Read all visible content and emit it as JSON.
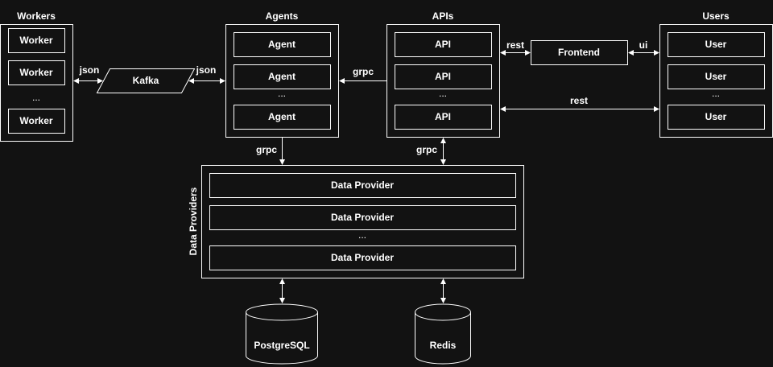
{
  "groups": {
    "workers": {
      "title": "Workers",
      "items": [
        "Worker",
        "Worker",
        "Worker"
      ],
      "ellipsis": "..."
    },
    "agents": {
      "title": "Agents",
      "items": [
        "Agent",
        "Agent",
        "Agent"
      ],
      "ellipsis": "..."
    },
    "apis": {
      "title": "APIs",
      "items": [
        "API",
        "API",
        "API"
      ],
      "ellipsis": "..."
    },
    "users": {
      "title": "Users",
      "items": [
        "User",
        "User",
        "User"
      ],
      "ellipsis": "..."
    },
    "data_providers": {
      "title": "Data Providers",
      "items": [
        "Data Provider",
        "Data Provider",
        "Data Provider"
      ],
      "ellipsis": "..."
    }
  },
  "nodes": {
    "kafka": "Kafka",
    "frontend": "Frontend",
    "postgres": "PostgreSQL",
    "redis": "Redis"
  },
  "edges": {
    "workers_kafka": "json",
    "kafka_agents": "json",
    "apis_agents": "grpc",
    "apis_frontend": "rest",
    "frontend_users": "ui",
    "apis_users": "rest",
    "agents_dataproviders": "grpc",
    "apis_dataproviders": "grpc"
  }
}
